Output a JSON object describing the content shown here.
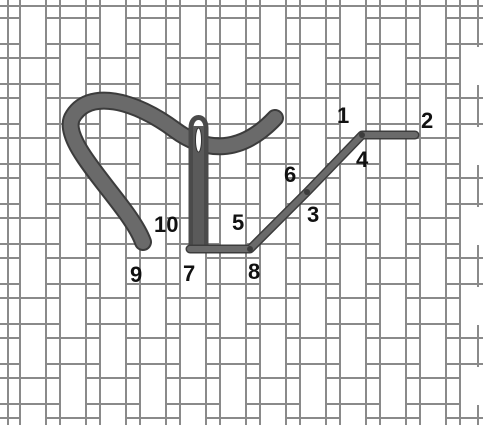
{
  "diagram": {
    "colors": {
      "background": "#ffffff",
      "canvas_line": "#8a8a8a",
      "thread": "#5f5f5f",
      "thread_edge": "#3c3c3c",
      "needle": "#4a4a4a",
      "label": "#111111"
    },
    "step_labels": {
      "n1": "1",
      "n2": "2",
      "n3": "3",
      "n4": "4",
      "n5": "5",
      "n6": "6",
      "n7": "7",
      "n8": "8",
      "n9": "9",
      "n10": "10"
    }
  }
}
